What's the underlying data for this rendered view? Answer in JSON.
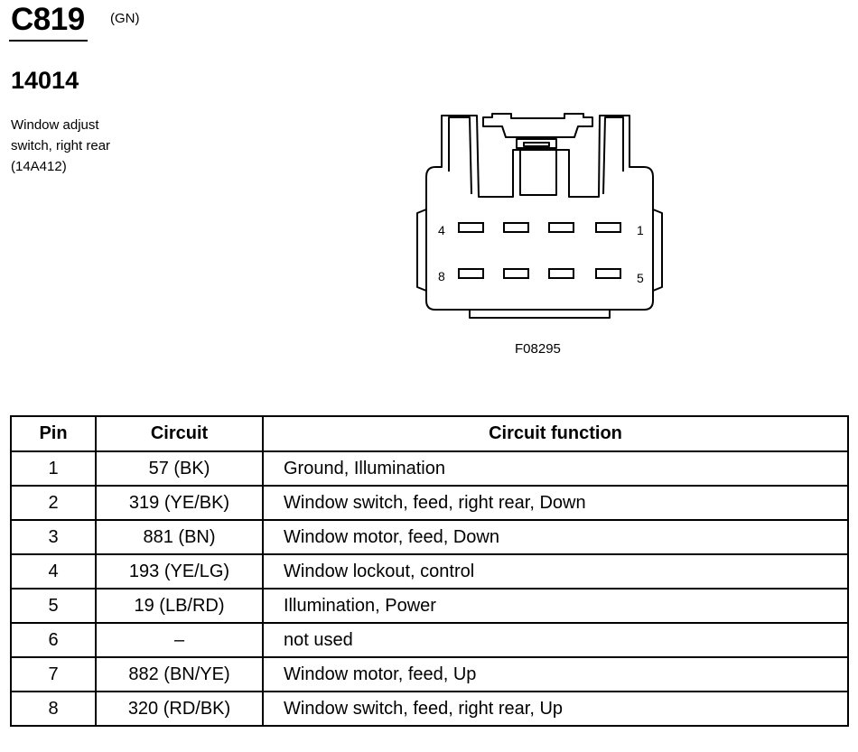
{
  "header": {
    "connector_id": "C819",
    "color_code": "(GN)",
    "part_number": "14014",
    "description": [
      "Window adjust",
      "switch, right rear",
      "(14A412)"
    ]
  },
  "diagram": {
    "pin_labels": {
      "top_left": "4",
      "top_right": "1",
      "bottom_left": "8",
      "bottom_right": "5"
    },
    "figure_code": "F08295"
  },
  "table": {
    "headers": {
      "pin": "Pin",
      "circuit": "Circuit",
      "function": "Circuit function"
    },
    "rows": [
      {
        "pin": "1",
        "circuit": "57 (BK)",
        "function": "Ground, Illumination"
      },
      {
        "pin": "2",
        "circuit": "319 (YE/BK)",
        "function": "Window switch, feed, right rear, Down"
      },
      {
        "pin": "3",
        "circuit": "881 (BN)",
        "function": "Window motor, feed, Down"
      },
      {
        "pin": "4",
        "circuit": "193 (YE/LG)",
        "function": "Window lockout, control"
      },
      {
        "pin": "5",
        "circuit": "19 (LB/RD)",
        "function": "Illumination, Power"
      },
      {
        "pin": "6",
        "circuit": "–",
        "function": "not used"
      },
      {
        "pin": "7",
        "circuit": "882 (BN/YE)",
        "function": "Window motor, feed, Up"
      },
      {
        "pin": "8",
        "circuit": "320 (RD/BK)",
        "function": "Window switch, feed, right rear, Up"
      }
    ]
  }
}
